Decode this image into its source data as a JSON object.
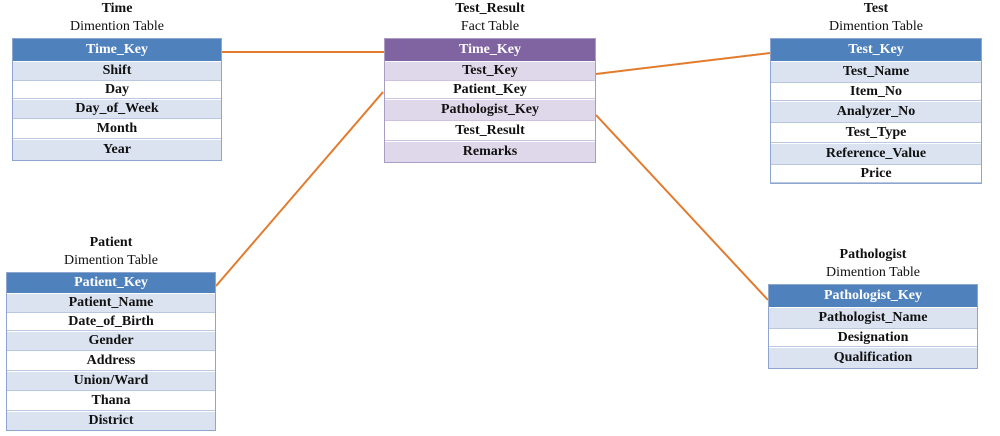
{
  "link_color": "#e27b2e",
  "entities": {
    "time": {
      "title": "Time",
      "subtitle": "Dimention Table",
      "fields": [
        "Time_Key",
        "Shift",
        "Day",
        "Day_of_Week",
        "Month",
        "Year"
      ]
    },
    "fact": {
      "title": "Test_Result",
      "subtitle": "Fact Table",
      "fields": [
        "Time_Key",
        "Test_Key",
        "Patient_Key",
        "Pathologist_Key",
        "Test_Result",
        "Remarks"
      ]
    },
    "test": {
      "title": "Test",
      "subtitle": "Dimention Table",
      "fields": [
        "Test_Key",
        "Test_Name",
        "Item_No",
        "Analyzer_No",
        "Test_Type",
        "Reference_Value",
        "Price"
      ]
    },
    "patient": {
      "title": "Patient",
      "subtitle": "Dimention Table",
      "fields": [
        "Patient_Key",
        "Patient_Name",
        "Date_of_Birth",
        "Gender",
        "Address",
        "Union/Ward",
        "Thana",
        "District"
      ]
    },
    "pathologist": {
      "title": "Pathologist",
      "subtitle": "Dimention Table",
      "fields": [
        "Pathologist_Key",
        "Pathologist_Name",
        "Designation",
        "Qualification"
      ]
    }
  }
}
